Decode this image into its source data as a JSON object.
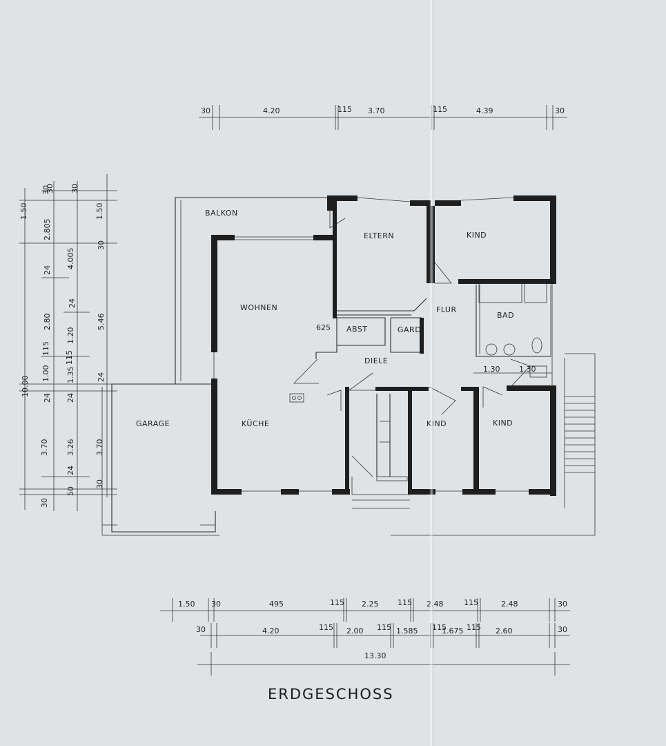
{
  "plan": {
    "title": "ERDGESCHOSS",
    "rooms": {
      "balkon": "BALKON",
      "eltern": "ELTERN",
      "kind_top": "KIND",
      "wohnen": "WOHNEN",
      "flur": "FLUR",
      "bad": "BAD",
      "abst": "ABST",
      "gard": "GARD",
      "diele": "DIELE",
      "garage": "GARAGE",
      "kueche": "KÜCHE",
      "kind_mid": "KIND",
      "kind_right": "KIND"
    },
    "top_dims": [
      "30",
      "4.20",
      "115",
      "3.70",
      "115",
      "4.39",
      "30"
    ],
    "bottom_dims_row1": [
      "1.50",
      "30",
      "495",
      "115",
      "2.25",
      "115",
      "2.48",
      "115",
      "2.48",
      "30"
    ],
    "bottom_dims_row2": [
      "30",
      "4.20",
      "115",
      "2.00",
      "115",
      "1.585",
      "115",
      "1.675",
      "115",
      "2.60",
      "30"
    ],
    "total_width": "13.30",
    "left_dims_col1": [
      "10.00",
      "1.50",
      "30",
      "3.70",
      "30"
    ],
    "left_dims_col2": [
      "2.805",
      "24",
      "2.80",
      "115",
      "1.00",
      "24",
      "3.26",
      "50"
    ],
    "left_dims_col3": [
      "4.005",
      "24",
      "1.20",
      "115",
      "1.35",
      "24",
      "24"
    ],
    "left_dims_col4": [
      "1.50",
      "30",
      "5.46",
      "24",
      "3.70",
      "30"
    ],
    "top_left_dims": [
      "30",
      "30"
    ],
    "small_dims": [
      "625",
      "1.30",
      "1.30"
    ]
  }
}
